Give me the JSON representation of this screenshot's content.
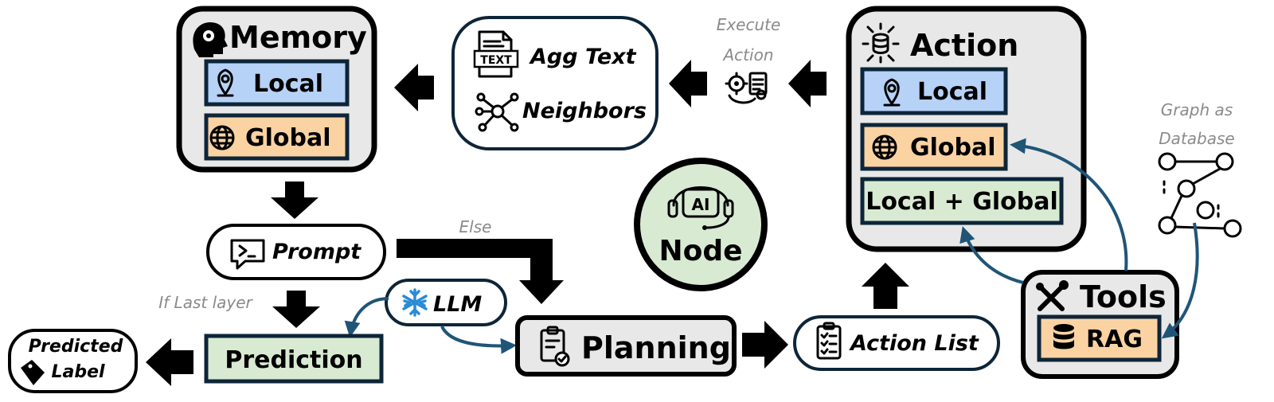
{
  "memory": {
    "title": "Memory",
    "local": "Local",
    "global": "Global"
  },
  "agg_box": {
    "text_icon_label": "TEXT",
    "agg_text": "Agg Text",
    "neighbors": "Neighbors"
  },
  "execute_action": {
    "line1": "Execute",
    "line2": "Action"
  },
  "action": {
    "title": "Action",
    "local": "Local",
    "global": "Global",
    "local_global": "Local + Global"
  },
  "graph_db": {
    "line1": "Graph as",
    "line2": "Database"
  },
  "prompt": "Prompt",
  "else_label": "Else",
  "if_last_layer": "If Last layer",
  "llm": "LLM",
  "prediction": "Prediction",
  "predicted_label": {
    "line1": "Predicted",
    "line2": "Label"
  },
  "planning": "Planning",
  "action_list": "Action List",
  "node": {
    "icon_text": "AI",
    "label": "Node"
  },
  "tools": {
    "title": "Tools",
    "rag": "RAG"
  },
  "colors": {
    "blue_fill": "#b7d2f7",
    "orange_fill": "#fbd3a3",
    "green_fill": "#d9ead3",
    "gray_fill": "#e8e8e8",
    "connector": "#1f5577",
    "snowflake": "#2a8bd6"
  }
}
